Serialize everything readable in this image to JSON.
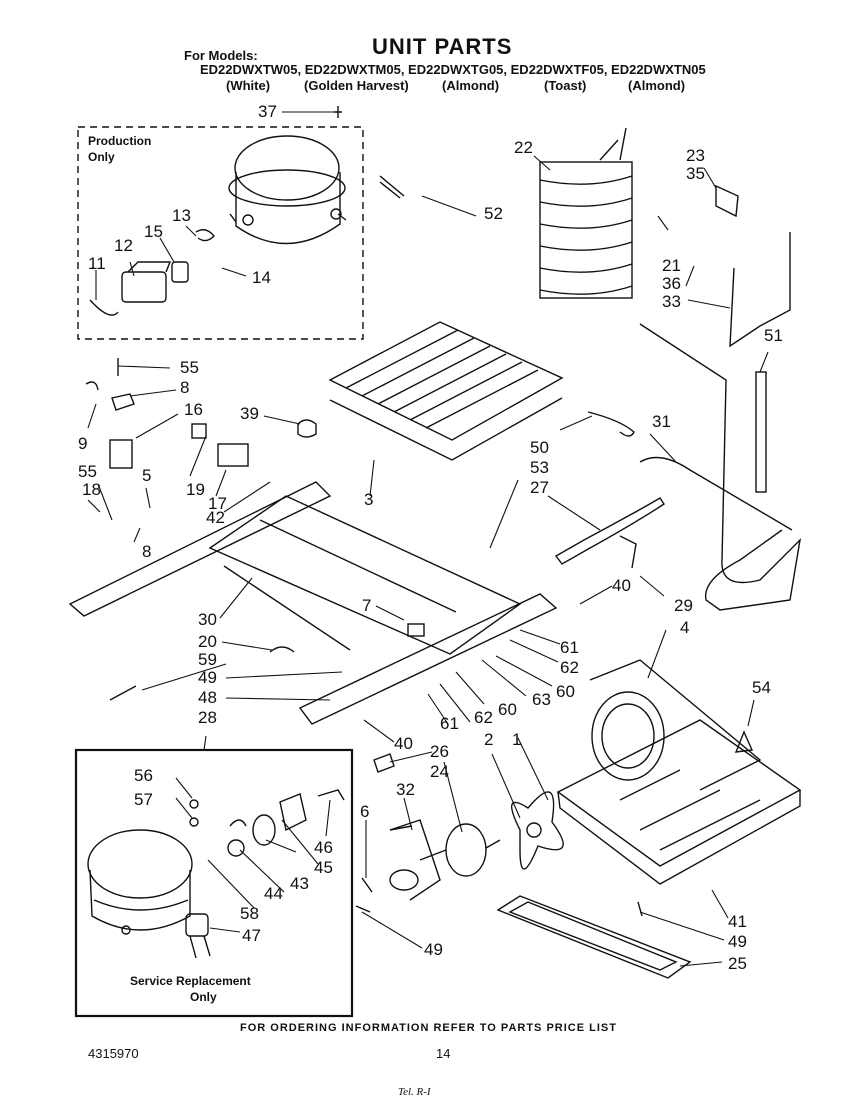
{
  "header": {
    "models_label": "For Models:",
    "title": "UNIT PARTS",
    "model_numbers": "ED22DWXTW05, ED22DWXTM05, ED22DWXTG05, ED22DWXTF05, ED22DWXTN05",
    "color_variants": [
      "(White)",
      "(Golden Harvest)",
      "(Almond)",
      "(Toast)",
      "(Almond)"
    ]
  },
  "boxes": {
    "production_label": [
      "Production",
      "Only"
    ],
    "service_label": [
      "Service Replacement",
      "Only"
    ]
  },
  "callouts": [
    "37",
    "22",
    "23",
    "35",
    "52",
    "13",
    "15",
    "12",
    "11",
    "14",
    "21",
    "36",
    "33",
    "55",
    "8",
    "51",
    "39",
    "9",
    "16",
    "50",
    "31",
    "53",
    "27",
    "55",
    "18",
    "19",
    "17",
    "5",
    "42",
    "3",
    "8",
    "40",
    "29",
    "7",
    "30",
    "20",
    "61",
    "59",
    "62",
    "49",
    "4",
    "48",
    "60",
    "63",
    "54",
    "61",
    "62",
    "60",
    "28",
    "40",
    "26",
    "56",
    "2",
    "24",
    "1",
    "57",
    "32",
    "6",
    "46",
    "45",
    "43",
    "44",
    "58",
    "47",
    "41",
    "49",
    "49",
    "25"
  ],
  "footer": {
    "ordering_note": "FOR ORDERING INFORMATION REFER TO PARTS PRICE LIST",
    "document_number": "4315970",
    "page_number": "14",
    "handwritten_note": "Tel. R-I"
  }
}
